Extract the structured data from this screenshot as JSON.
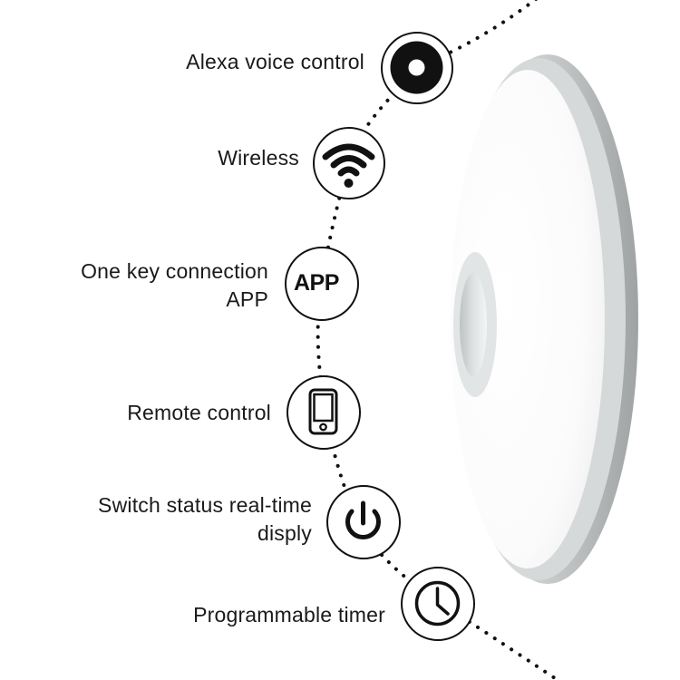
{
  "features": [
    {
      "id": "alexa",
      "label_lines": [
        "Alexa voice control"
      ],
      "icon": "alexa-ring-icon"
    },
    {
      "id": "wireless",
      "label_lines": [
        "Wireless"
      ],
      "icon": "wifi-icon"
    },
    {
      "id": "app",
      "label_lines": [
        "One key connection",
        "APP"
      ],
      "icon": "app-icon",
      "icon_text": "APP"
    },
    {
      "id": "remote",
      "label_lines": [
        "Remote control"
      ],
      "icon": "smartphone-icon"
    },
    {
      "id": "switch",
      "label_lines": [
        "Switch status real-time",
        "disply"
      ],
      "icon": "power-icon"
    },
    {
      "id": "timer",
      "label_lines": [
        "Programmable timer"
      ],
      "icon": "clock-icon"
    }
  ],
  "colors": {
    "text": "#1a1a1a",
    "icon_stroke": "#111111",
    "lamp_rim": "#c9cccc",
    "lamp_face": "#ffffff",
    "background": "#ffffff"
  }
}
